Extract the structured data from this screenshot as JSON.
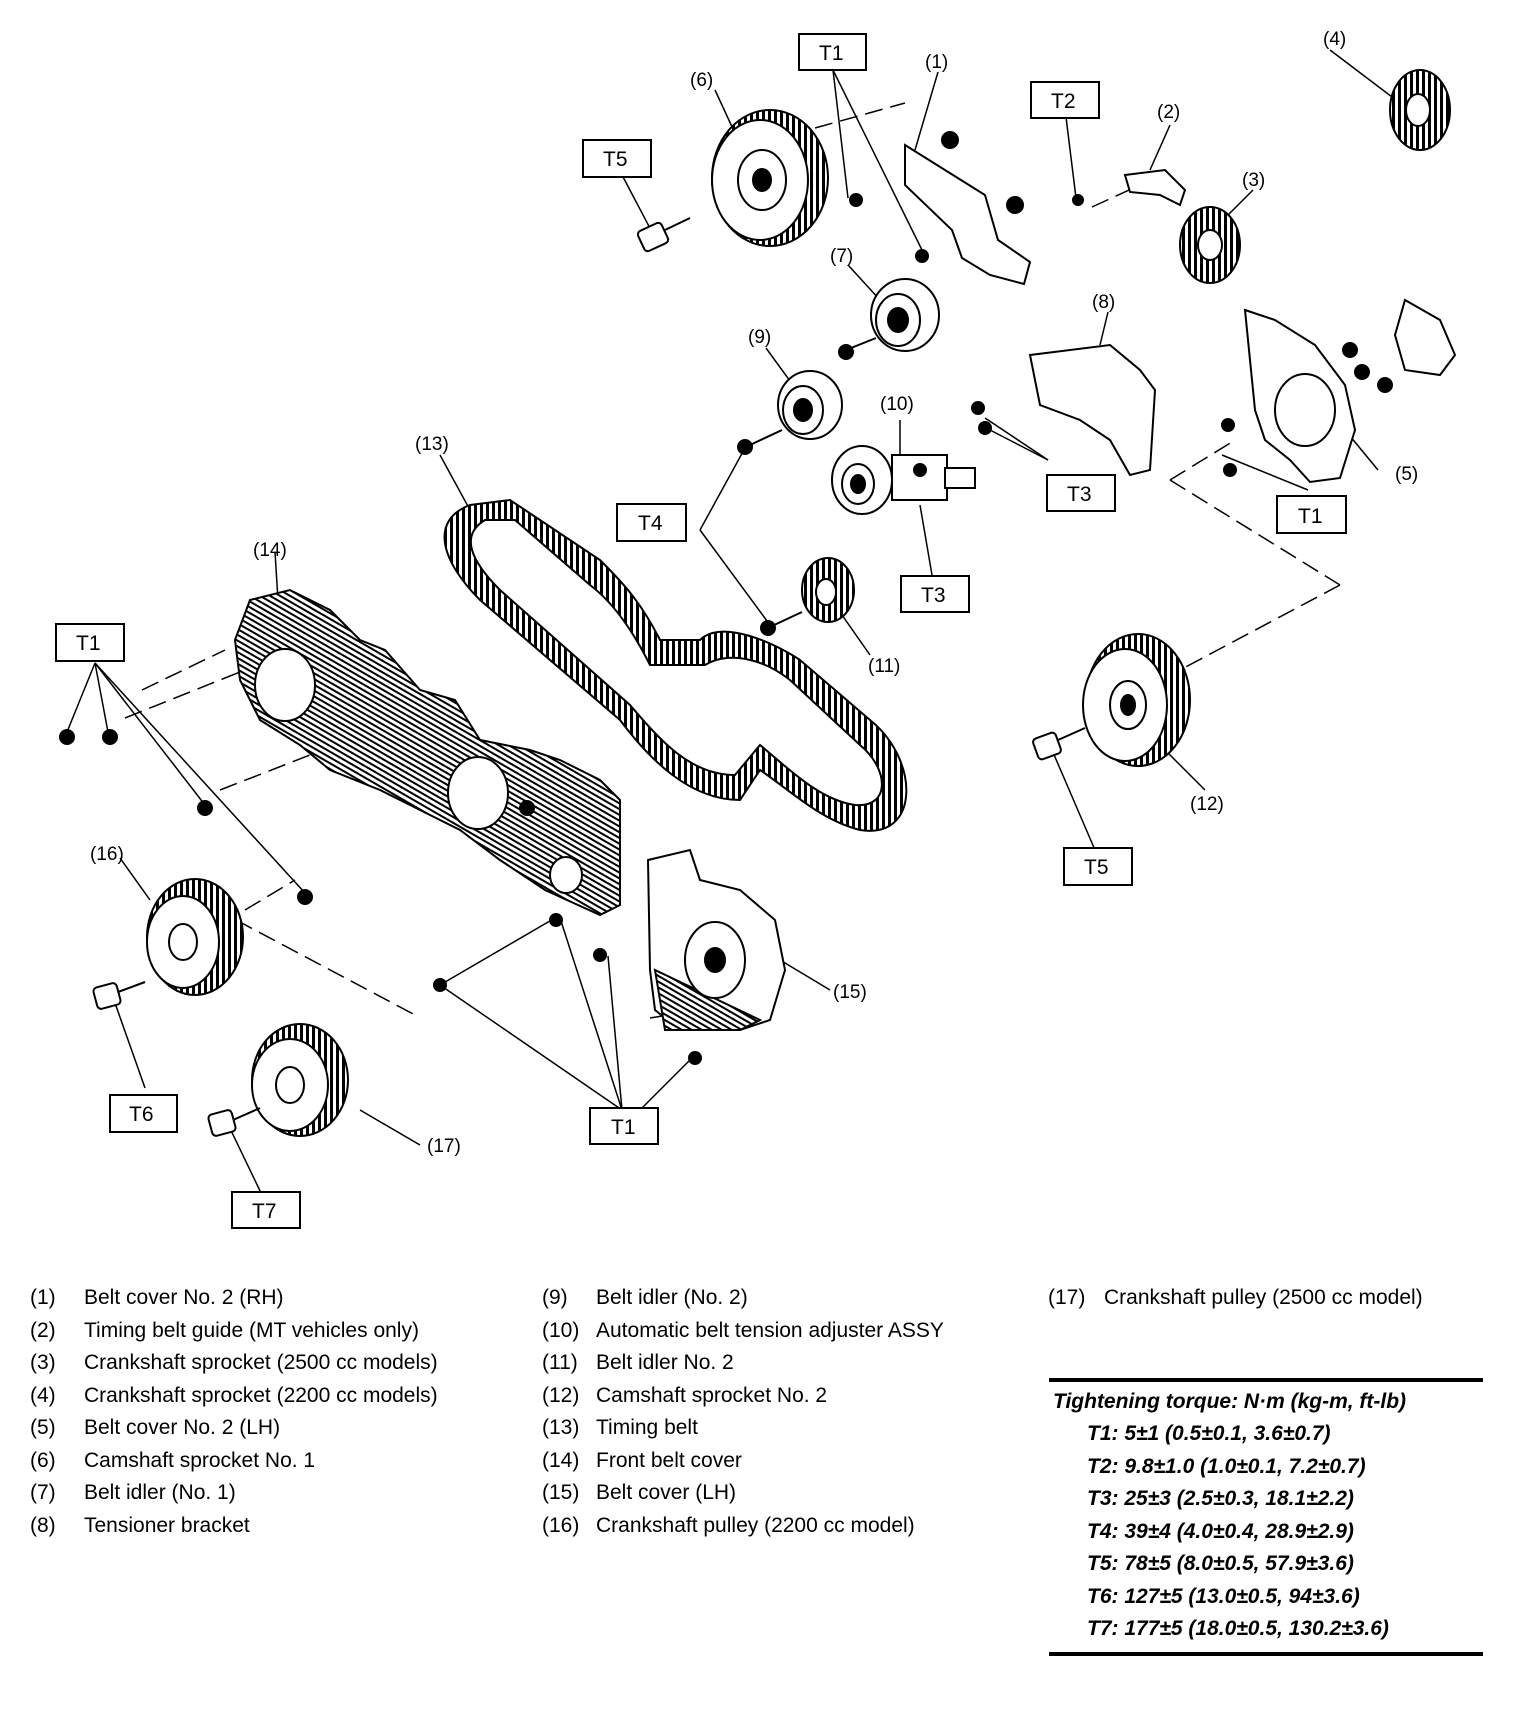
{
  "callouts": {
    "c1": "(1)",
    "c2": "(2)",
    "c3": "(3)",
    "c4": "(4)",
    "c5": "(5)",
    "c6": "(6)",
    "c7": "(7)",
    "c8": "(8)",
    "c9": "(9)",
    "c10": "(10)",
    "c11": "(11)",
    "c12": "(12)",
    "c13": "(13)",
    "c14": "(14)",
    "c15": "(15)",
    "c16": "(16)",
    "c17": "(17)"
  },
  "torque_labels": {
    "t1": "T1",
    "t2": "T2",
    "t3": "T3",
    "t4": "T4",
    "t5": "T5",
    "t6": "T6",
    "t7": "T7"
  },
  "legend": [
    {
      "num": "(1)",
      "text": "Belt cover No. 2 (RH)"
    },
    {
      "num": "(2)",
      "text": "Timing belt guide (MT vehicles only)"
    },
    {
      "num": "(3)",
      "text": "Crankshaft sprocket (2500 cc models)"
    },
    {
      "num": "(4)",
      "text": "Crankshaft sprocket (2200 cc models)"
    },
    {
      "num": "(5)",
      "text": "Belt cover No. 2 (LH)"
    },
    {
      "num": "(6)",
      "text": "Camshaft sprocket No. 1"
    },
    {
      "num": "(7)",
      "text": "Belt idler (No. 1)"
    },
    {
      "num": "(8)",
      "text": "Tensioner bracket"
    },
    {
      "num": "(9)",
      "text": "Belt idler (No. 2)"
    },
    {
      "num": "(10)",
      "text": "Automatic belt tension adjuster ASSY"
    },
    {
      "num": "(11)",
      "text": "Belt idler No. 2"
    },
    {
      "num": "(12)",
      "text": "Camshaft sprocket No. 2"
    },
    {
      "num": "(13)",
      "text": "Timing belt"
    },
    {
      "num": "(14)",
      "text": "Front belt cover"
    },
    {
      "num": "(15)",
      "text": "Belt cover (LH)"
    },
    {
      "num": "(16)",
      "text": "Crankshaft pulley (2200 cc model)"
    },
    {
      "num": "(17)",
      "text": "Crankshaft pulley (2500 cc model)"
    }
  ],
  "torque": {
    "title": "Tightening torque: N·m (kg-m, ft-lb)",
    "rows": [
      "T1: 5±1 (0.5±0.1, 3.6±0.7)",
      "T2: 9.8±1.0 (1.0±0.1, 7.2±0.7)",
      "T3: 25±3 (2.5±0.3, 18.1±2.2)",
      "T4: 39±4 (4.0±0.4, 28.9±2.9)",
      "T5: 78±5 (8.0±0.5, 57.9±3.6)",
      "T6: 127±5 (13.0±0.5, 94±3.6)",
      "T7: 177±5 (18.0±0.5, 130.2±3.6)"
    ]
  }
}
